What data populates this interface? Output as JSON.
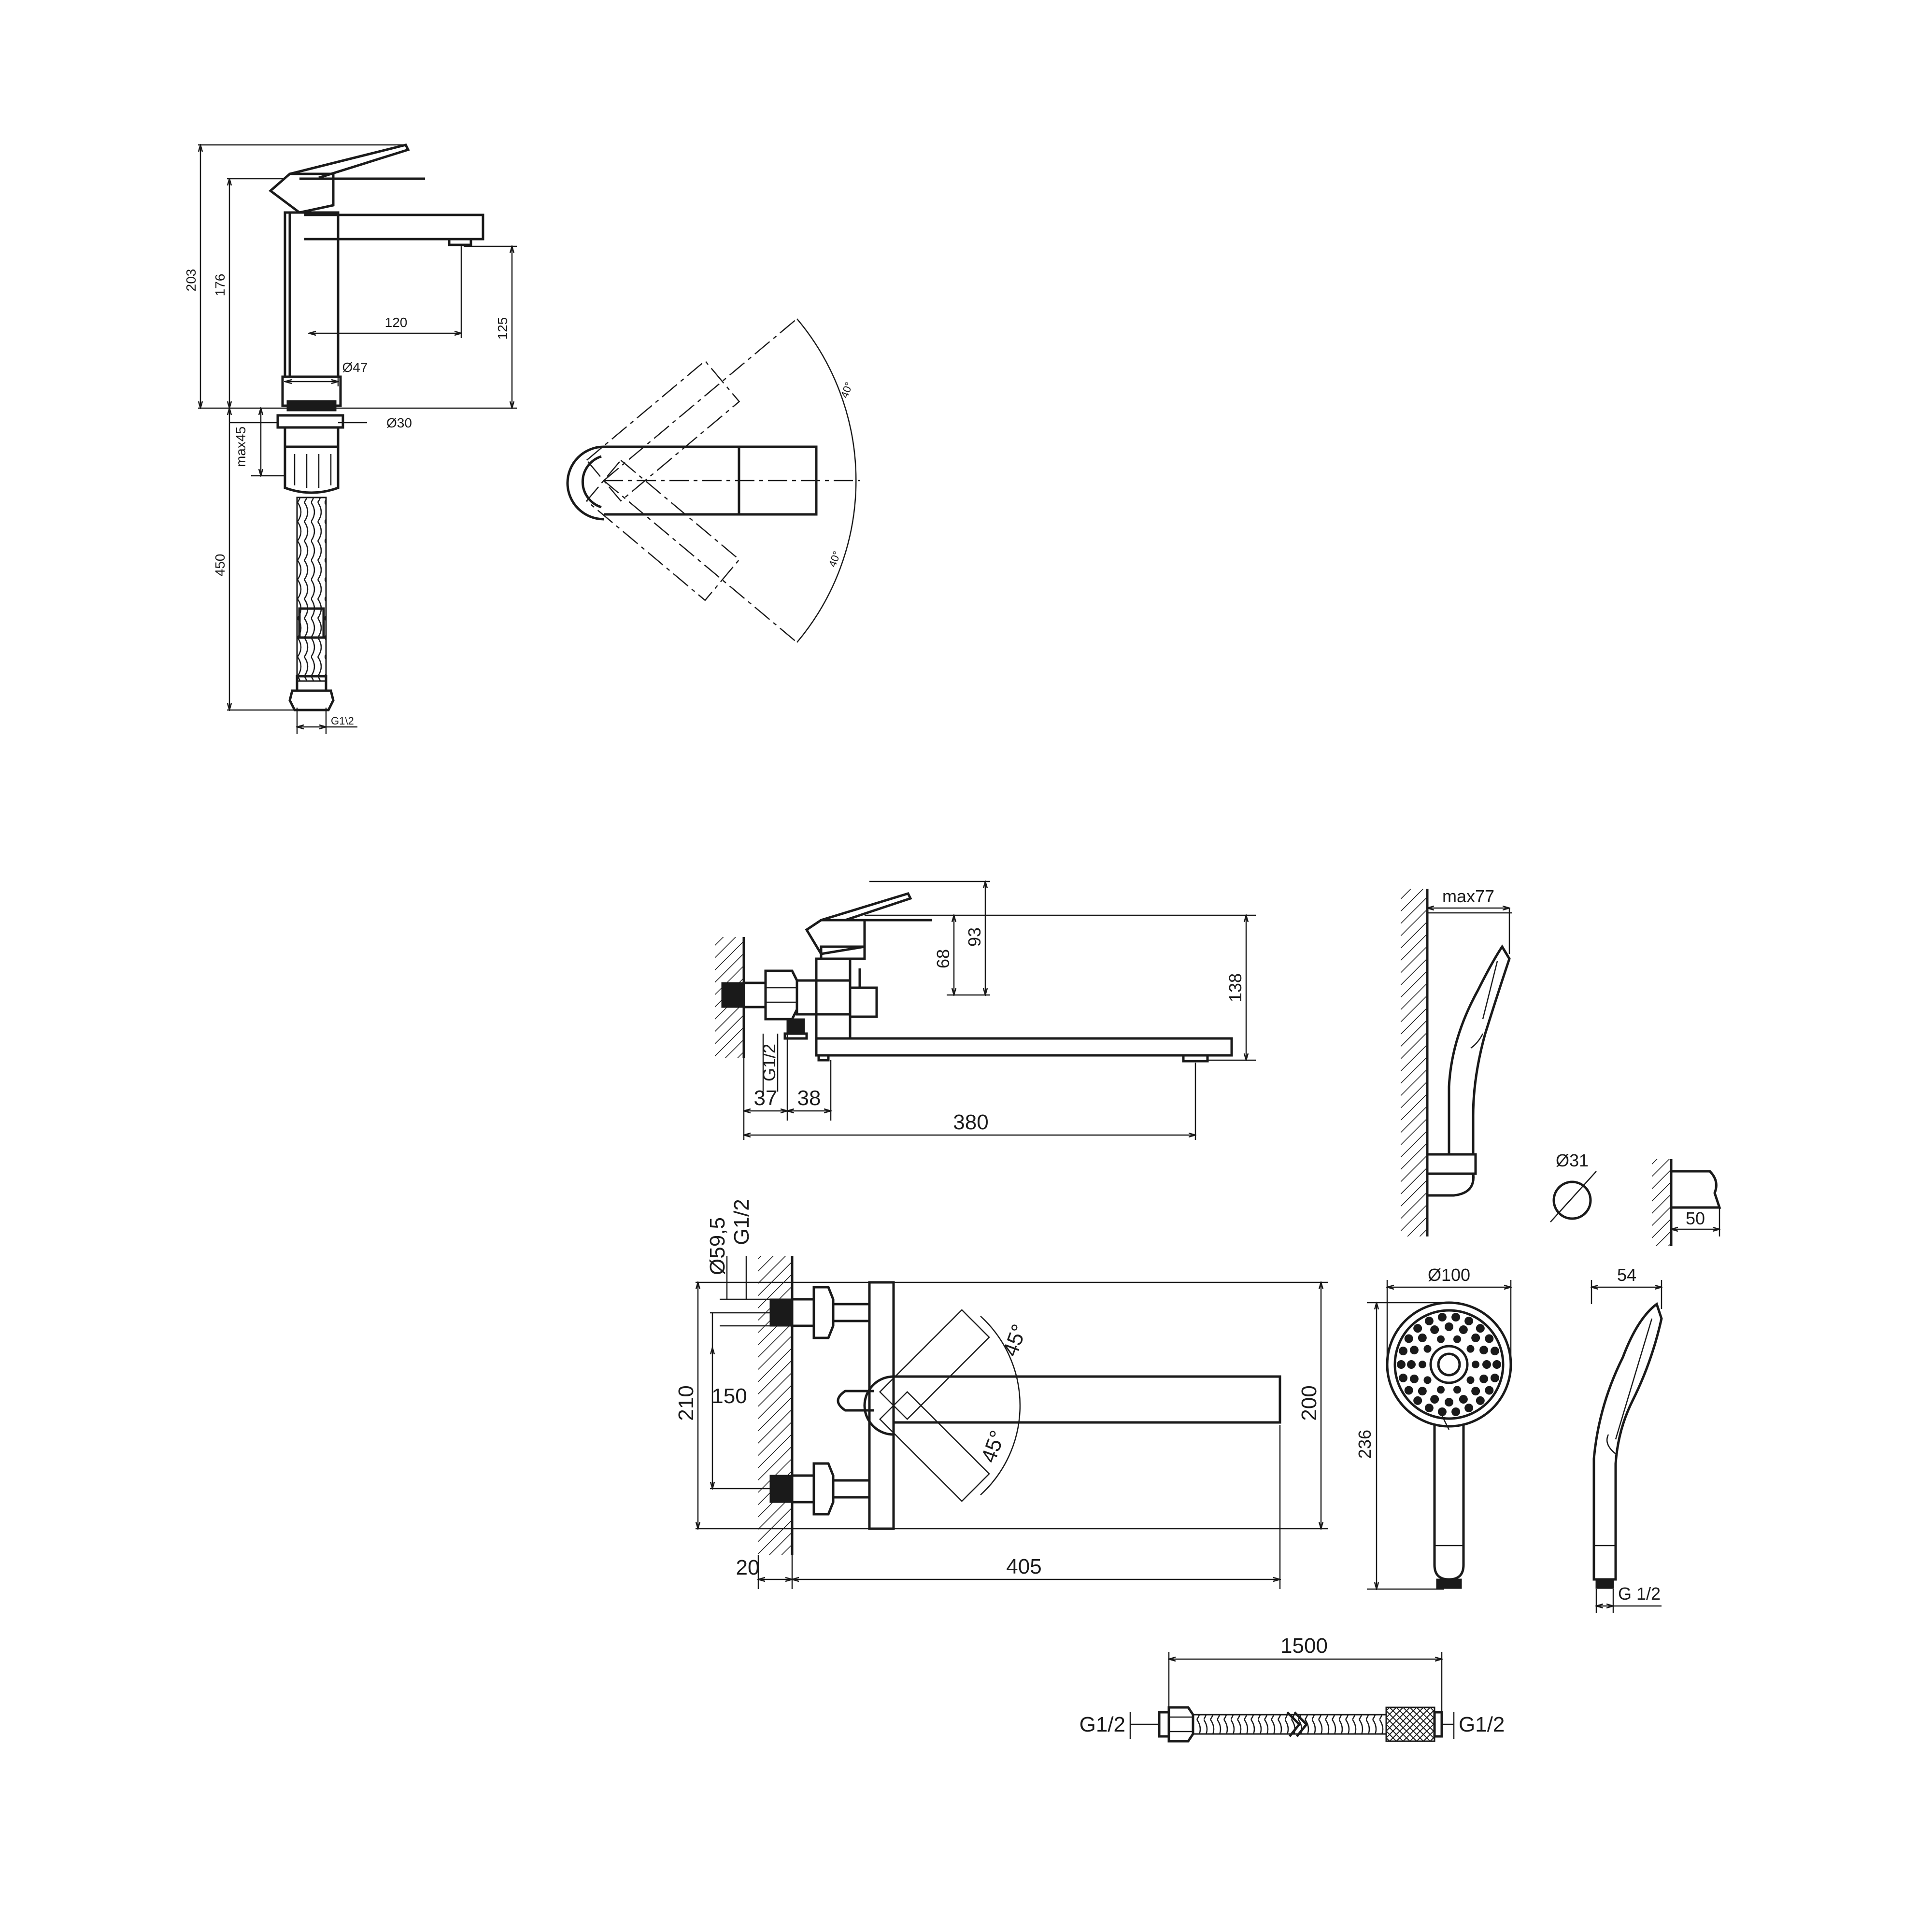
{
  "basin_mixer": {
    "side_view": {
      "height_total": "203",
      "height_body": "176",
      "spout_reach": "120",
      "spout_height": "125",
      "body_diameter": "Ø47",
      "thread_diameter": "Ø30",
      "max_thickness": "max45",
      "hose_length": "450",
      "hose_thread": "G1\\2"
    },
    "top_view": {
      "angle_upper": "40°",
      "angle_lower": "40°"
    }
  },
  "bath_mixer": {
    "side_view": {
      "lever_height_93": "93",
      "lever_height_68": "68",
      "total_height": "138",
      "outlet_thread": "G1/2",
      "offset_37": "37",
      "offset_38": "38",
      "spout_length": "380"
    },
    "top_view": {
      "eccentric_diameter": "Ø59,5",
      "eccentric_thread": "G1/2",
      "height_210": "210",
      "centers_150": "150",
      "height_200": "200",
      "wall_20": "20",
      "spout_reach": "405",
      "angle_upper": "45°",
      "angle_lower": "45°"
    }
  },
  "shower_holder": {
    "max_projection": "max77",
    "diameter": "Ø31",
    "depth": "50"
  },
  "hand_shower": {
    "head_diameter": "Ø100",
    "length": "236",
    "side_width": "54",
    "thread": "G 1/2"
  },
  "shower_hose": {
    "length": "1500",
    "thread_left": "G1/2",
    "thread_right": "G1/2"
  }
}
